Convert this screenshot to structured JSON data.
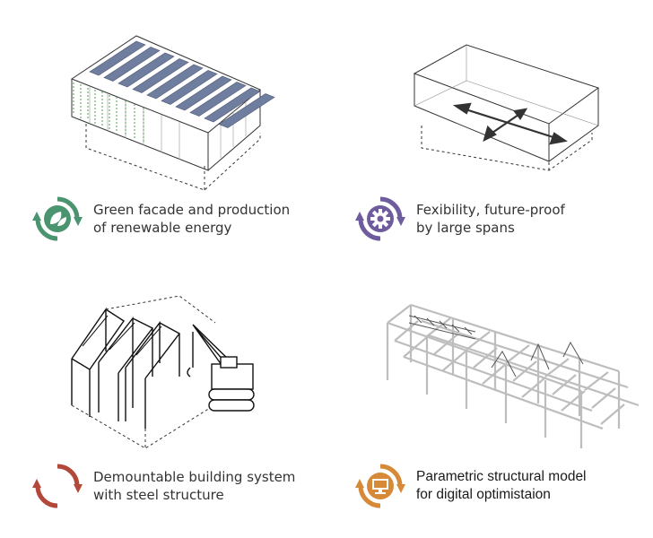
{
  "colors": {
    "green": "#4a9470",
    "purple": "#6f5c9e",
    "red": "#b2473a",
    "orange": "#d68a37",
    "line": "#333333",
    "panel": "#6f7e9e"
  },
  "panels": [
    {
      "icon": "leaf-cycle-icon",
      "line1": "Green facade and production",
      "line2": "of renewable energy"
    },
    {
      "icon": "gear-cycle-icon",
      "line1": "Fexibility, future-proof",
      "line2": "by large spans"
    },
    {
      "icon": "arrows-cycle-icon",
      "line1": "Demountable building system",
      "line2": "with steel structure"
    },
    {
      "icon": "monitor-cycle-icon",
      "line1": "Parametric structural model",
      "line2": "for digital optimistaion"
    }
  ]
}
